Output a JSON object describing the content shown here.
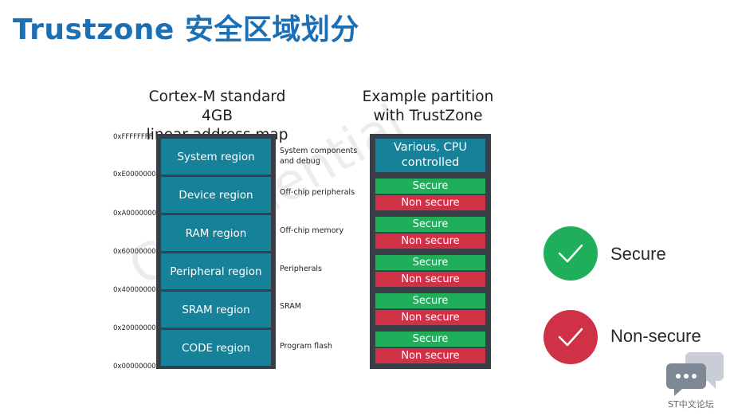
{
  "title": "Trustzone 安全区域划分",
  "watermark": "Confidential",
  "left_column": {
    "heading_line1": "Cortex-M standard 4GB",
    "heading_line2": "linear address map",
    "regions": [
      {
        "label": "System region",
        "description_line1": "System components",
        "description_line2": "and debug"
      },
      {
        "label": "Device region",
        "description_line1": "Off-chip peripherals",
        "description_line2": ""
      },
      {
        "label": "RAM region",
        "description_line1": "Off-chip memory",
        "description_line2": ""
      },
      {
        "label": "Peripheral region",
        "description_line1": "Peripherals",
        "description_line2": ""
      },
      {
        "label": "SRAM region",
        "description_line1": "SRAM",
        "description_line2": ""
      },
      {
        "label": "CODE region",
        "description_line1": "Program flash",
        "description_line2": ""
      }
    ],
    "addresses": [
      "0xFFFFFFFF",
      "0xE0000000",
      "0xA0000000",
      "0x60000000",
      "0x40000000",
      "0x20000000",
      "0x00000000"
    ]
  },
  "right_column": {
    "heading_line1": "Example partition",
    "heading_line2": "with TrustZone",
    "cpu_line1": "Various, CPU",
    "cpu_line2": "controlled",
    "secure_label": "Secure",
    "non_secure_label": "Non secure"
  },
  "legend": {
    "secure": "Secure",
    "non_secure": "Non-secure",
    "secure_color": "#1fae5a",
    "non_secure_color": "#cf3146"
  },
  "forum": {
    "text": "ST中文论坛"
  }
}
